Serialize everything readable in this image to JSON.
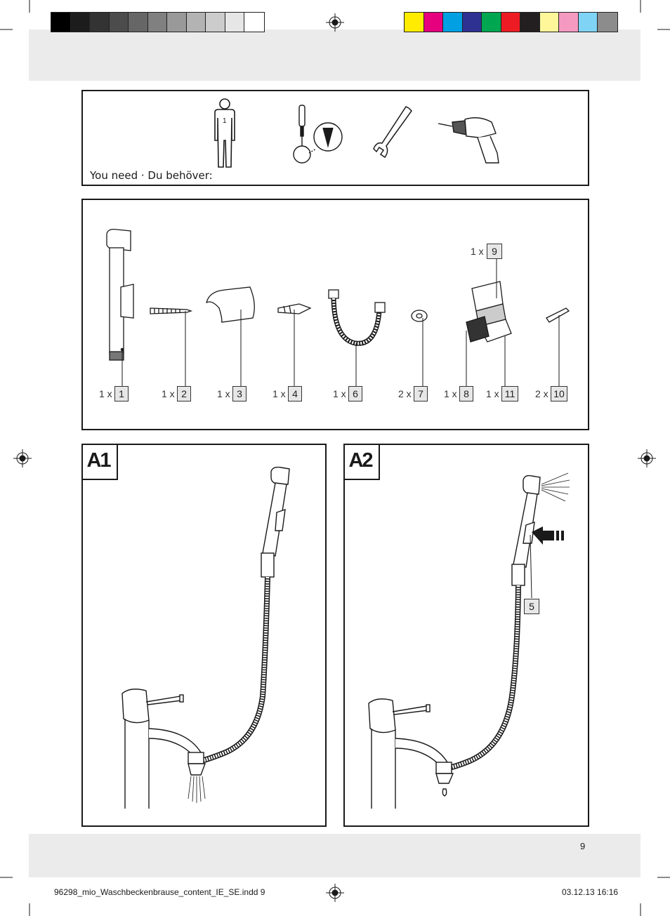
{
  "print_marks": {
    "gray_swatches": [
      "#000000",
      "#1c1c1c",
      "#333333",
      "#4c4c4c",
      "#666666",
      "#808080",
      "#999999",
      "#b3b3b3",
      "#cccccc",
      "#e6e6e6",
      "#ffffff"
    ],
    "color_swatches": [
      "#ffec00",
      "#e6007e",
      "#00a0e3",
      "#2e3192",
      "#00a650",
      "#ed1c24",
      "#231f20",
      "#fff799",
      "#f49ac1",
      "#7fd3f5",
      "#8c8c8c"
    ],
    "registration_icon": "crosshair-target-icon"
  },
  "tools_panel": {
    "label": "You need · Du behöver:",
    "persons_count": "1",
    "tools": [
      "person-icon",
      "screwdriver-icon",
      "wrench-icon",
      "drill-icon"
    ]
  },
  "parts_panel": {
    "parts": [
      {
        "qty": "1 x",
        "num": "1"
      },
      {
        "qty": "1 x",
        "num": "2"
      },
      {
        "qty": "1 x",
        "num": "3"
      },
      {
        "qty": "1 x",
        "num": "4"
      },
      {
        "qty": "1 x",
        "num": "6"
      },
      {
        "qty": "2 x",
        "num": "7"
      },
      {
        "qty": "1 x",
        "num": "8"
      },
      {
        "qty": "1 x",
        "num": "11"
      },
      {
        "qty": "2 x",
        "num": "10"
      }
    ],
    "part_9": {
      "qty": "1 x",
      "num": "9"
    }
  },
  "step_a1": {
    "label": "A1"
  },
  "step_a2": {
    "label": "A2",
    "callout": "5"
  },
  "footer": {
    "page_number": "9",
    "file_slug": "96298_mio_Waschbeckenbrause_content_IE_SE.indd   9",
    "timestamp": "03.12.13   16:16"
  }
}
